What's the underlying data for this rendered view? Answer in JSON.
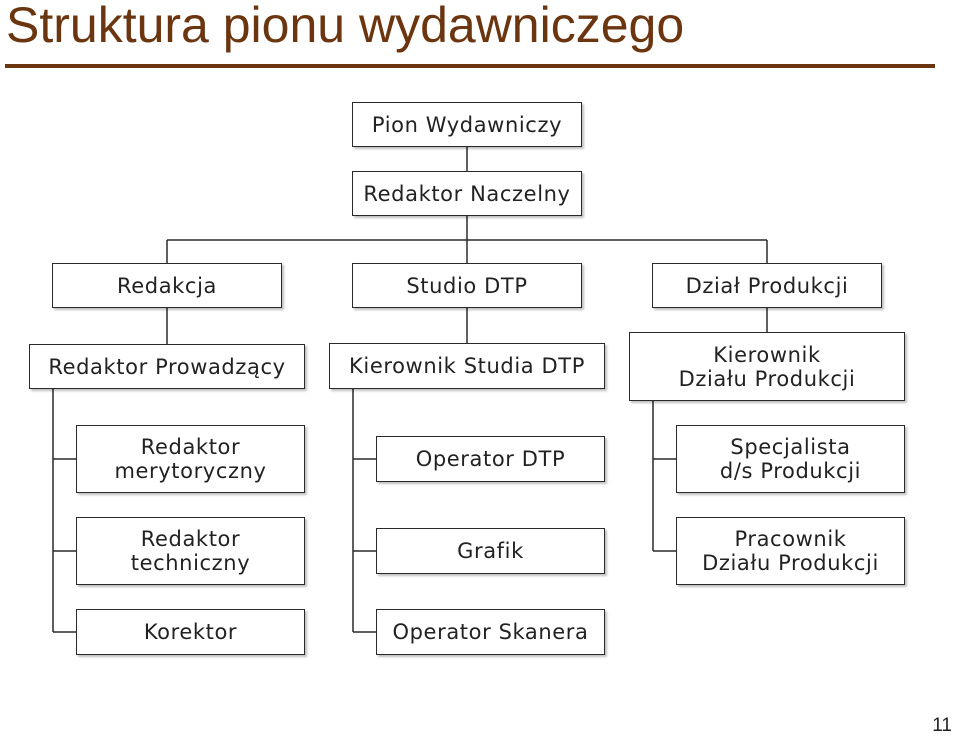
{
  "slide": {
    "title": "Struktura pionu wydawniczego",
    "page_number": "11",
    "accent_color": "#6b3510"
  },
  "org_chart": {
    "root": "Pion Wydawniczy",
    "head": "Redaktor Naczelny",
    "departments": [
      {
        "name": "Redakcja",
        "lead": "Redaktor Prowadzący",
        "members": [
          "Redaktor\nmerytoryczny",
          "Redaktor\ntechniczny",
          "Korektor"
        ]
      },
      {
        "name": "Studio DTP",
        "lead": "Kierownik Studia DTP",
        "members": [
          "Operator DTP",
          "Grafik",
          "Operator Skanera"
        ]
      },
      {
        "name": "Dział Produkcji",
        "lead": "Kierownik\nDziału Produkcji",
        "members": [
          "Specjalista\nd/s Produkcji",
          "Pracownik\nDziału Produkcji"
        ]
      }
    ]
  }
}
